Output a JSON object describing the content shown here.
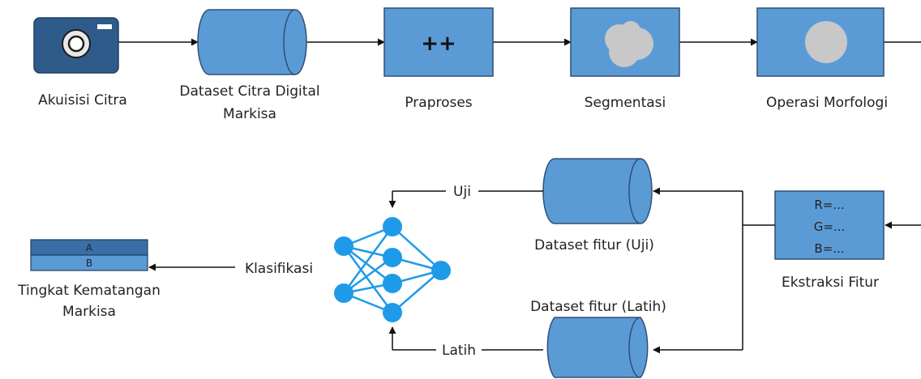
{
  "colors": {
    "box_fill": "#5b9bd5",
    "box_stroke": "#2f4f76",
    "camera_body": "#2e5b8a",
    "node_fill": "#1e9be8",
    "blob_fill": "#c8c8c8",
    "bar_top": "#3a6ea5",
    "bar_bottom": "#5b9bd5"
  },
  "pipeline": {
    "akuisisi": "Akuisisi Citra",
    "dataset_line1": "Dataset Citra Digital",
    "dataset_line2": "Markisa",
    "praproses_symbol": "++",
    "praproses": "Praproses",
    "segmentasi": "Segmentasi",
    "morfologi": "Operasi Morfologi"
  },
  "features": {
    "r": "R=...",
    "g": "G=...",
    "b": "B=...",
    "label": "Ekstraksi Fitur"
  },
  "datasets": {
    "uji": "Dataset fitur (Uji)",
    "latih": "Dataset fitur (Latih)"
  },
  "edges": {
    "uji": "Uji",
    "latih": "Latih",
    "klasifikasi": "Klasifikasi"
  },
  "result": {
    "bar_a": "A",
    "bar_b": "B",
    "line1": "Tingkat Kematangan",
    "line2": "Markisa"
  },
  "icons": {
    "camera": "camera-icon",
    "network": "neural-network-icon",
    "blob": "segmented-blob-icon",
    "circle": "morphology-circle-icon"
  }
}
